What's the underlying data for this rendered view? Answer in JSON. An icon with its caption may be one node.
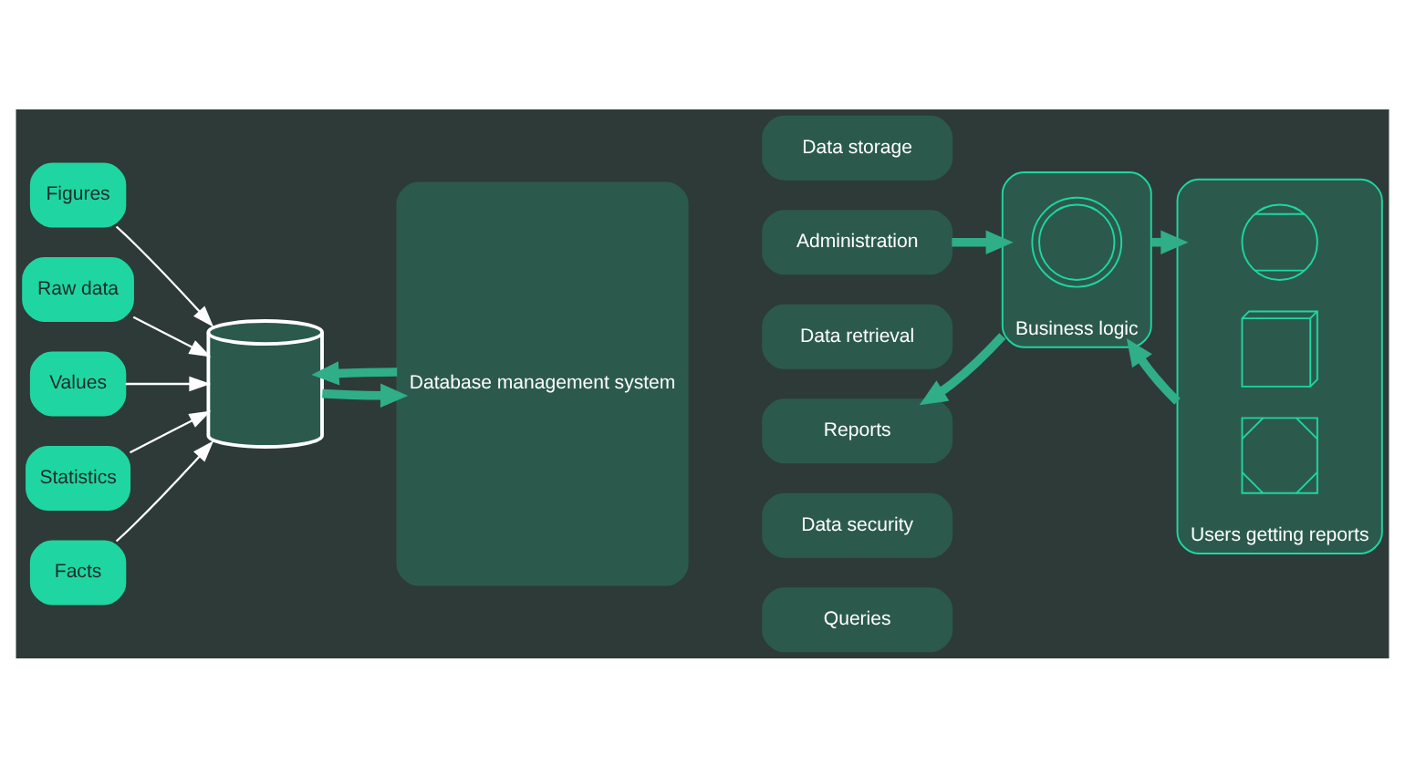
{
  "diagram": {
    "nodes": [
      {
        "text": [
          "Figures"
        ]
      },
      {
        "text": [
          "Raw data"
        ]
      },
      {
        "text": [
          "Values"
        ]
      },
      {
        "text": [
          "Statistics"
        ]
      },
      {
        "text": [
          "Facts"
        ]
      },
      {
        "text": [],
        "shape": "cylinder"
      },
      {
        "text": [
          "Database management system"
        ]
      },
      {
        "text": [
          "Data storage"
        ]
      },
      {
        "text": [
          "Administration"
        ]
      },
      {
        "text": [
          "Data retrieval"
        ]
      },
      {
        "text": [
          "Reports"
        ]
      },
      {
        "text": [
          "Data security"
        ]
      },
      {
        "text": [
          "Queries"
        ]
      },
      {
        "text": [
          "Business logic"
        ]
      },
      {
        "text": [],
        "shape": "picture",
        "in": 13
      },
      {
        "text": [
          "Users getting reports"
        ]
      },
      {
        "text": [],
        "shape": "picture",
        "in": 15
      },
      {
        "text": [],
        "shape": "picture",
        "in": 15
      },
      {
        "text": [],
        "shape": "picture",
        "in": 15
      }
    ],
    "edges": [
      {
        "from": 0,
        "to": 5,
        "arrow": "to",
        "color": "#ffffff"
      },
      {
        "from": 1,
        "to": 5,
        "arrow": "to",
        "color": "#ffffff"
      },
      {
        "from": 2,
        "to": 5,
        "arrow": "to",
        "color": "#ffffff"
      },
      {
        "from": 3,
        "to": 5,
        "arrow": "to",
        "color": "#ffffff"
      },
      {
        "from": 4,
        "to": 5,
        "arrow": "to",
        "color": "#ffffff"
      },
      {
        "from": 5,
        "to": 6,
        "arrow": "to"
      },
      {
        "from": 6,
        "to": 5,
        "arrow": "to"
      },
      {
        "from": 8,
        "to": 13,
        "arrow": "to"
      },
      {
        "from": 13,
        "to": 10,
        "arrow": "to"
      },
      {
        "from": 13,
        "to": 15,
        "arrow": "to"
      },
      {
        "from": 15,
        "to": 13,
        "arrow": "to"
      }
    ]
  }
}
